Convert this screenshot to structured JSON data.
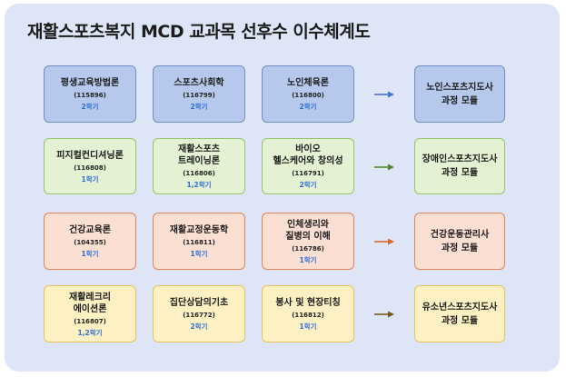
{
  "title": "재활스포츠복지 MCD 교과목 선후수 이수체계도",
  "colors": {
    "background": "#dde5f7",
    "blue": "#b6c9ec",
    "green": "#e4f1d3",
    "orange": "#fbdfd3",
    "yellow": "#fdf1c4",
    "grade_text": "#2f6ed6",
    "arrow_blue": "#3f74cf",
    "arrow_green": "#4f8a2a",
    "arrow_orange": "#d9662e",
    "arrow_yellow": "#7a5a12"
  },
  "rows": [
    {
      "courses": [
        {
          "name": "평생교육방법론",
          "code": "(115896)",
          "grade": "2학기"
        },
        {
          "name": "스포츠사회학",
          "code": "(116799)",
          "grade": "2학기"
        },
        {
          "name": "노인체육론",
          "code": "(116800)",
          "grade": "2학기"
        }
      ],
      "target": "노인스포츠지도사\n과정 모듈"
    },
    {
      "courses": [
        {
          "name": "피지컬컨디셔닝론",
          "code": "(116808)",
          "grade": "1학기"
        },
        {
          "name": "재활스포츠\n트레이닝론",
          "code": "(116806)",
          "grade": "1,2학기"
        },
        {
          "name": "바이오\n헬스케어와 창의성",
          "code": "(116791)",
          "grade": "2학기"
        }
      ],
      "target": "장애인스포츠지도사\n과정 모듈"
    },
    {
      "courses": [
        {
          "name": "건강교육론",
          "code": "(104355)",
          "grade": "1학기"
        },
        {
          "name": "재활교정운동학",
          "code": "(116811)",
          "grade": "1학기"
        },
        {
          "name": "인체생리와\n질병의 이해",
          "code": "(116786)",
          "grade": "1학기"
        }
      ],
      "target": "건강운동관리사\n과정 모듈"
    },
    {
      "courses": [
        {
          "name": "재활레크리\n에이션론",
          "code": "(116807)",
          "grade": "1,2학기"
        },
        {
          "name": "집단상담의기초",
          "code": "(116772)",
          "grade": "2학기"
        },
        {
          "name": "봉사 및 현장티칭",
          "code": "(116812)",
          "grade": "1학기"
        }
      ],
      "target": "유소년스포츠지도사\n과정 모듈"
    }
  ]
}
